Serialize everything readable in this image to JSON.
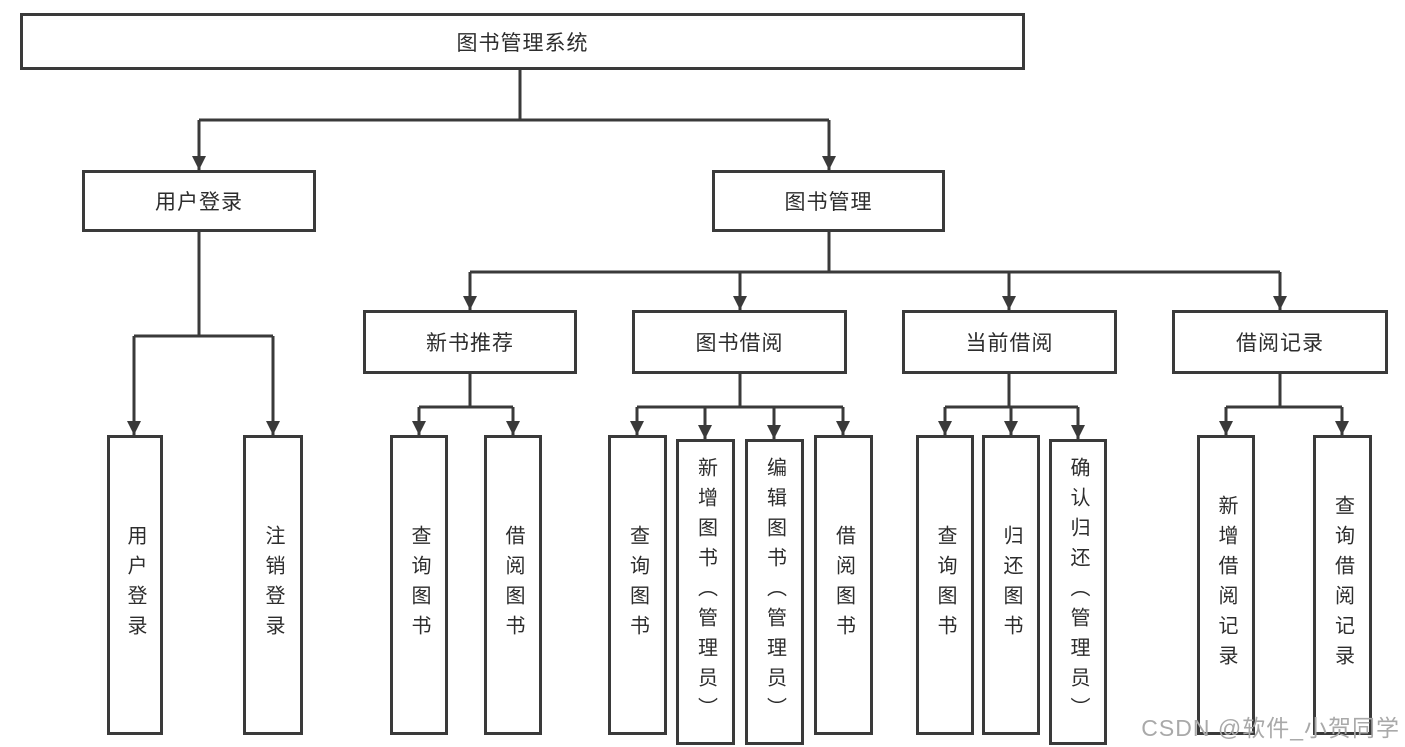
{
  "diagram": {
    "root": {
      "label": "图书管理系统",
      "children": [
        {
          "label": "用户登录",
          "children": [
            {
              "label": "用户登录"
            },
            {
              "label": "注销登录"
            }
          ]
        },
        {
          "label": "图书管理",
          "children": [
            {
              "label": "新书推荐",
              "children": [
                {
                  "label": "查询图书"
                },
                {
                  "label": "借阅图书"
                }
              ]
            },
            {
              "label": "图书借阅",
              "children": [
                {
                  "label": "查询图书"
                },
                {
                  "label": "新增图书（管理员）"
                },
                {
                  "label": "编辑图书（管理员）"
                },
                {
                  "label": "借阅图书"
                }
              ]
            },
            {
              "label": "当前借阅",
              "children": [
                {
                  "label": "查询图书"
                },
                {
                  "label": "归还图书"
                },
                {
                  "label": "确认归还（管理员）"
                }
              ]
            },
            {
              "label": "借阅记录",
              "children": [
                {
                  "label": "新增借阅记录"
                },
                {
                  "label": "查询借阅记录"
                }
              ]
            }
          ]
        }
      ]
    }
  },
  "watermark": {
    "text": "CSDN @软件_小贺同学"
  },
  "colors": {
    "line": "#3a3a3a",
    "text": "#2d2d2d",
    "box_bg": "#ffffff",
    "page_bg": "#ffffff",
    "watermark": "#a9a9a9"
  }
}
